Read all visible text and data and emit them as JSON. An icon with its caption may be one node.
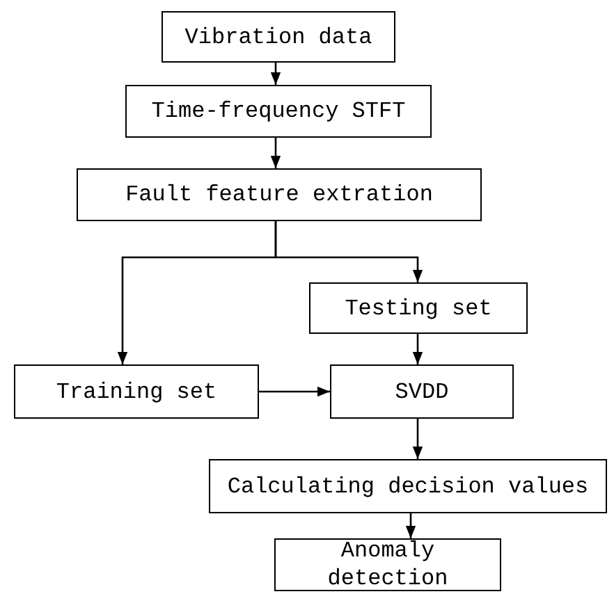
{
  "diagram": {
    "nodes": [
      {
        "text": [
          "Vibration data"
        ]
      },
      {
        "text": [
          "Time-frequency STFT"
        ]
      },
      {
        "text": [
          "Fault feature extration"
        ]
      },
      {
        "text": [
          "Testing set"
        ]
      },
      {
        "text": [
          "Training set"
        ]
      },
      {
        "text": [
          "SVDD"
        ]
      },
      {
        "text": [
          "Calculating decision values"
        ]
      },
      {
        "text": [
          "Anomaly detection"
        ]
      }
    ],
    "edges": [
      {
        "from": 0,
        "to": 1,
        "arrow": "to"
      },
      {
        "from": 1,
        "to": 2,
        "arrow": "to"
      },
      {
        "from": 2,
        "to": 4,
        "arrow": "to"
      },
      {
        "from": 2,
        "to": 3,
        "arrow": "to"
      },
      {
        "from": 4,
        "to": 5,
        "arrow": "to"
      },
      {
        "from": 3,
        "to": 5,
        "arrow": "to"
      },
      {
        "from": 5,
        "to": 6,
        "arrow": "to"
      },
      {
        "from": 6,
        "to": 7,
        "arrow": "to"
      }
    ]
  }
}
